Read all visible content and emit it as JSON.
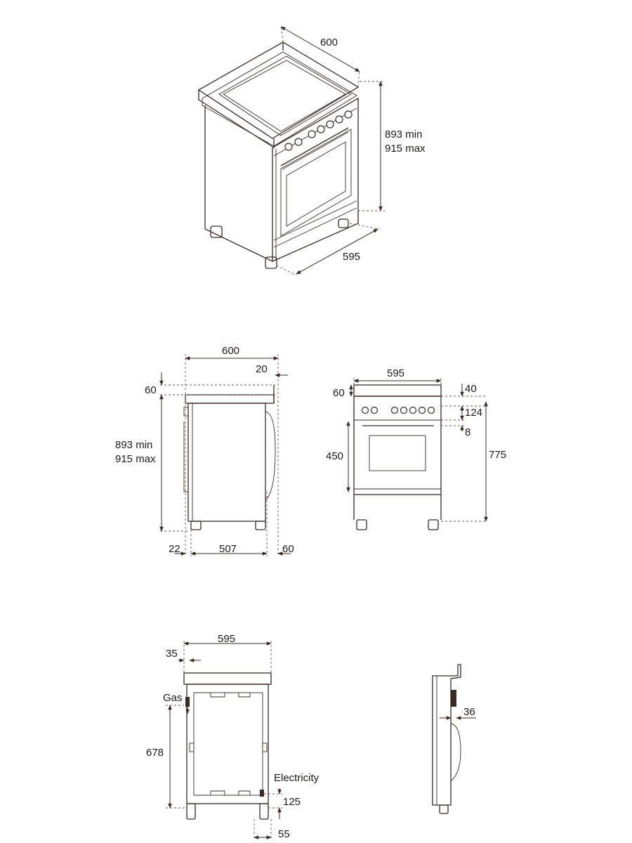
{
  "iso_view": {
    "width": "600",
    "height_line1": "893 min",
    "height_line2": "915 max",
    "depth": "595"
  },
  "side_view": {
    "depth_top": "600",
    "rear_offset": "20",
    "backsplash": "60",
    "height_line1": "893 min",
    "height_line2": "915 max",
    "front_gap": "22",
    "body_depth": "507",
    "handle_depth": "60"
  },
  "front_view": {
    "width": "595",
    "backsplash": "60",
    "top_zone": "40",
    "control_panel": "124",
    "panel_gap": "8",
    "oven_door": "450",
    "body_height": "775"
  },
  "rear_view": {
    "width": "595",
    "side_offset": "35",
    "gas_label": "Gas",
    "gas_height": "678",
    "electricity_label": "Electricity",
    "electricity_height": "125",
    "electricity_offset": "55"
  },
  "profile_view": {
    "depth": "36"
  },
  "colors": {
    "line": "#3a2b24",
    "text": "#1f1a18"
  }
}
